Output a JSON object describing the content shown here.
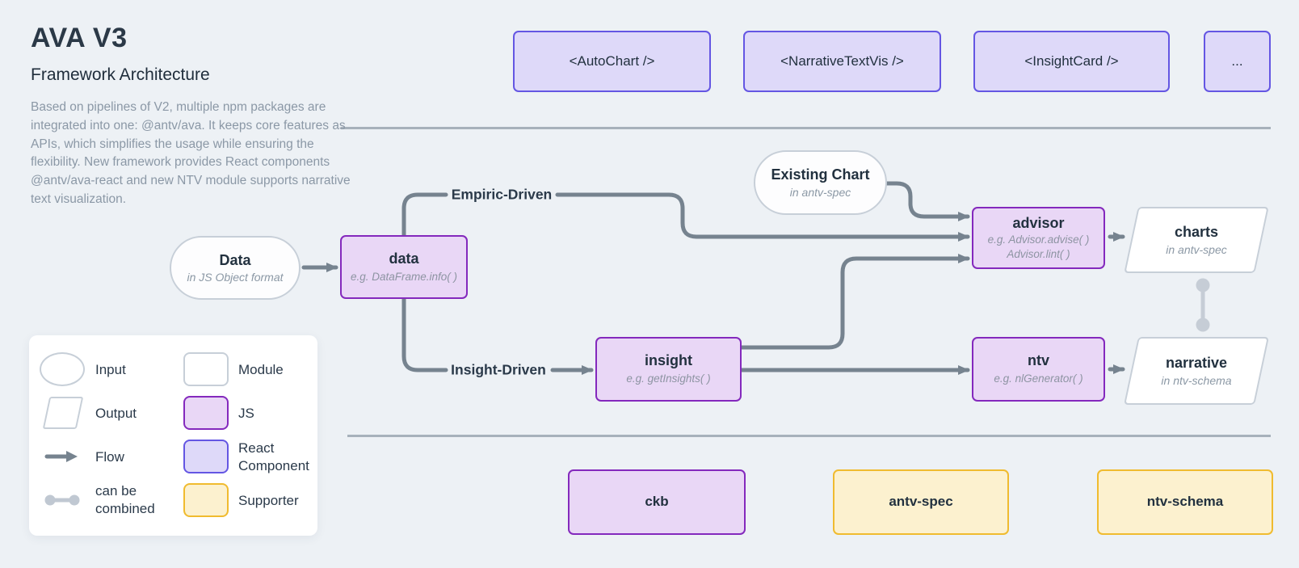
{
  "header": {
    "title": "AVA V3",
    "subtitle": "Framework Architecture",
    "description": "Based on pipelines of V2, multiple npm packages are integrated into one: @antv/ava. It keeps core features as APIs, which simplifies the usage while ensuring the flexibility. New framework provides React components @antv/ava-react and new NTV module supports narrative text visualization."
  },
  "react_components": [
    {
      "label": "<AutoChart />"
    },
    {
      "label": "<NarrativeTextVis />"
    },
    {
      "label": "<InsightCard />"
    },
    {
      "label": "..."
    }
  ],
  "pipeline": {
    "data_input": {
      "title": "Data",
      "subtitle": "in JS Object format"
    },
    "data": {
      "title": "data",
      "subtitle": "e.g. DataFrame.info( )"
    },
    "empiric_branch": "Empiric-Driven",
    "insight_branch": "Insight-Driven",
    "existing_chart": {
      "title": "Existing Chart",
      "subtitle": "in antv-spec"
    },
    "advisor": {
      "title": "advisor",
      "subtitle_line1": "e.g. Advisor.advise( )",
      "subtitle_line2": "Advisor.lint( )"
    },
    "insight": {
      "title": "insight",
      "subtitle": "e.g. getInsights( )"
    },
    "ntv": {
      "title": "ntv",
      "subtitle": "e.g. nlGenerator( )"
    },
    "charts": {
      "title": "charts",
      "subtitle": "in antv-spec"
    },
    "narrative": {
      "title": "narrative",
      "subtitle": "in ntv-schema"
    }
  },
  "supporters_row": [
    {
      "label": "ckb",
      "type": "js"
    },
    {
      "label": "antv-spec",
      "type": "supporter"
    },
    {
      "label": "ntv-schema",
      "type": "supporter"
    }
  ],
  "legend": {
    "input": "Input",
    "output": "Output",
    "flow": "Flow",
    "combined": "can be combined",
    "module": "Module",
    "js": "JS",
    "react_component": "React Component",
    "supporter": "Supporter"
  },
  "colors": {
    "background": "#EDF1F5",
    "flow_arrow": "#76838F",
    "combined_connector": "#C6CDD6",
    "js_fill": "#E9D7F6",
    "js_border": "#8429BD",
    "react_fill": "#DED9F9",
    "react_border": "#6456E3",
    "supporter_fill": "#FCF1CF",
    "supporter_border": "#F0BB2F",
    "module_border": "#C7CFD8",
    "title_text": "#2B3947",
    "body_text": "#8B98A6"
  }
}
